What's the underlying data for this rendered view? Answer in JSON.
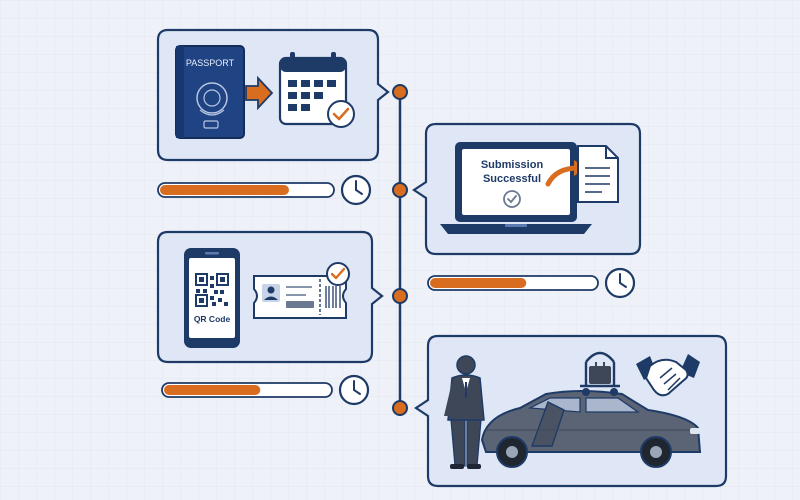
{
  "colors": {
    "navy": "#1e3a66",
    "accent": "#d96d1f",
    "panel_fill": "#dfe7f6",
    "card_fill": "#ffffff",
    "background": "#eef2f8"
  },
  "steps": [
    {
      "id": "passport-appointment",
      "icons": [
        "passport-icon",
        "arrow-right-icon",
        "calendar-check-icon"
      ],
      "text": {
        "passport_label": "PASSPORT"
      },
      "progress": 0.75
    },
    {
      "id": "online-submission",
      "icons": [
        "laptop-icon",
        "check-circle-icon",
        "curved-arrow-icon",
        "document-icon"
      ],
      "text": {
        "screen_line1": "Submission",
        "screen_line2": "Successful"
      },
      "progress": 0.58
    },
    {
      "id": "qr-boarding",
      "icons": [
        "smartphone-icon",
        "qr-code-icon",
        "ticket-icon",
        "check-badge-icon"
      ],
      "text": {
        "qr_label": "QR Code"
      },
      "progress": 0.58
    },
    {
      "id": "arrival-pickup",
      "icons": [
        "chauffeur-icon",
        "car-icon",
        "luggage-cart-icon",
        "handshake-icon"
      ],
      "text": {},
      "progress": null
    }
  ]
}
